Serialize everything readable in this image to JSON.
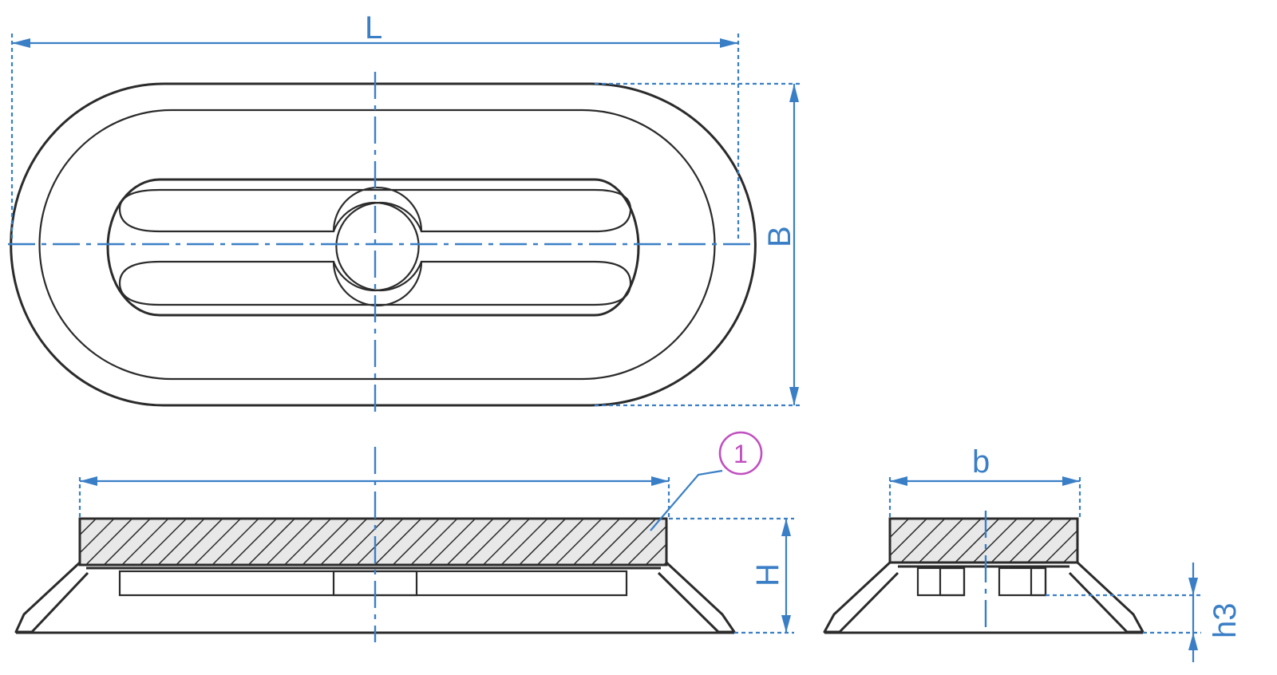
{
  "labels": {
    "L": "L",
    "B": "B",
    "b": "b",
    "H": "H",
    "h3": "h3",
    "balloon": "1"
  },
  "colors": {
    "dimension": "#3a7fc6",
    "outline": "#2b2b2b",
    "balloon": "#c04fc0"
  }
}
